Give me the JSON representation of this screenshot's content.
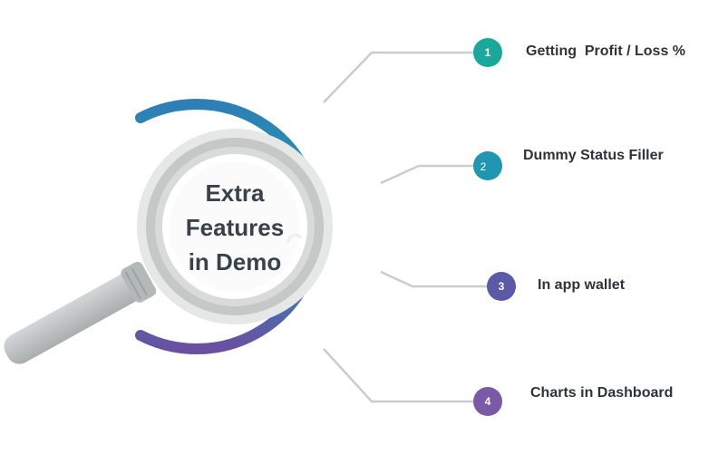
{
  "title": {
    "lines": [
      "Extra",
      "Features",
      "in Demo"
    ]
  },
  "items": [
    {
      "number": "1",
      "label": "Getting  Profit / Loss %",
      "color": "#1aa89b"
    },
    {
      "number": "2",
      "label": "Dummy Status Filler",
      "color": "#1f97b0"
    },
    {
      "number": "3",
      "label": "In app wallet",
      "color": "#5a5aa6"
    },
    {
      "number": "4",
      "label": "Charts in Dashboard",
      "color": "#7a5aa6"
    }
  ],
  "colors": {
    "arc_start": "#2e7fb6",
    "arc_mid": "#1aa0a6",
    "arc_end": "#6a4fa0",
    "connector": "#cccccc",
    "magnifier_rim": "#c9cbcb",
    "magnifier_handle": "#b9bdbd",
    "title_text": "#37424a"
  },
  "icons": {
    "magnifier": "magnifying-glass-icon"
  }
}
